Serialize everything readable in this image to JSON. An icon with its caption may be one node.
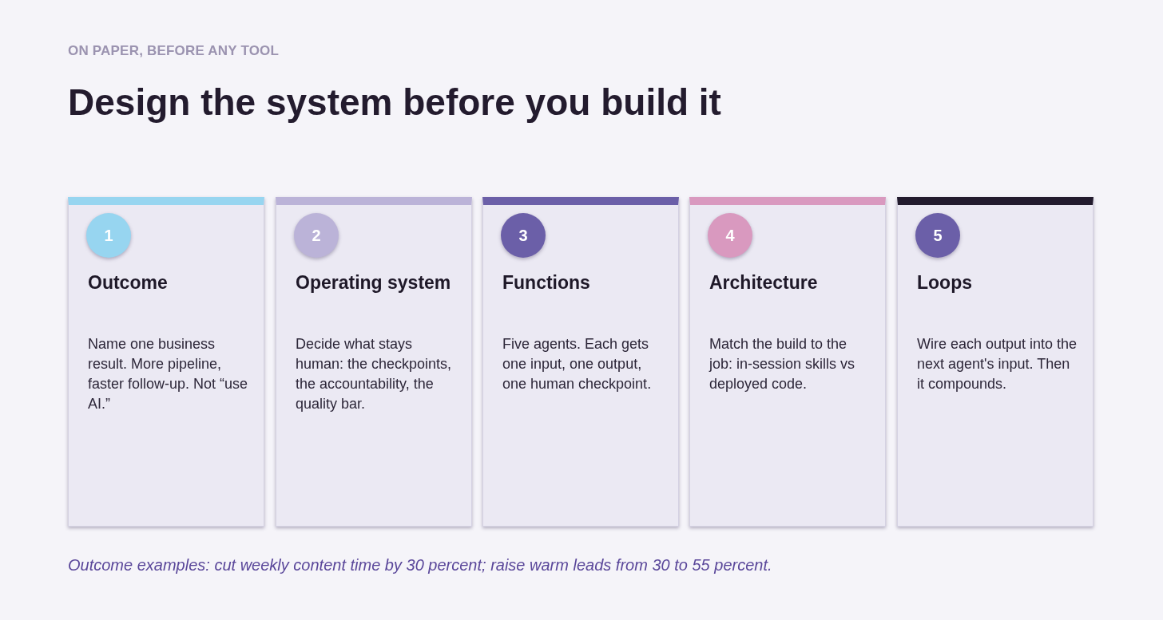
{
  "diagram": {
    "title": "Design the system before you build it",
    "caption": "Outcome examples: cut weekly content time by 30 percent; raise warm leads from 30 to 55 percent.",
    "nodes": [
      {
        "text": [
          "Outcome",
          "Name one business result. More pipeline, faster follow-up. Not “use AI.”"
        ]
      },
      {
        "text": [
          "1"
        ],
        "in": 0
      },
      {
        "text": [
          "Operating system",
          "Decide what stays human: the checkpoints, the accountability, the quality bar."
        ]
      },
      {
        "text": [
          "2"
        ],
        "in": 2
      },
      {
        "text": [
          "Functions",
          "Five agents. Each gets one input, one output, one human checkpoint."
        ]
      },
      {
        "text": [
          "3"
        ],
        "in": 4
      },
      {
        "text": [
          "Architecture",
          "Match the build to the job: in-session skills vs deployed code."
        ]
      },
      {
        "text": [
          "4"
        ],
        "in": 6
      },
      {
        "text": [
          "Loops",
          "Wire each output into the next agent's input. Then it compounds."
        ]
      },
      {
        "text": [
          "5"
        ],
        "in": 8
      }
    ],
    "edges": [],
    "labels": [
      "ON PAPER, BEFORE ANY TOOL"
    ]
  }
}
